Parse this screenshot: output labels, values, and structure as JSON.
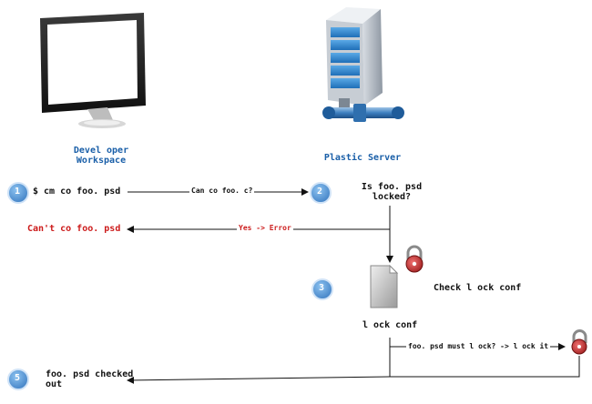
{
  "nodes": {
    "workspace_label_line1": "Devel oper",
    "workspace_label_line2": "Workspace",
    "server_label": "Plastic Server",
    "lock_conf_label": "l ock conf"
  },
  "steps": [
    {
      "number": "1",
      "text": "$ cm co foo. psd"
    },
    {
      "number": "2",
      "text_line1": "Is foo. psd",
      "text_line2": "locked?"
    },
    {
      "number": "3",
      "text": "Check l ock conf"
    },
    {
      "number": "5",
      "text_line1": "foo. psd checked",
      "text_line2": "out"
    }
  ],
  "messages": {
    "request": "Can co foo. c?",
    "reply": "Yes -> Error",
    "error_result": "Can't co foo. psd",
    "lock_check": "foo. psd must l ock? -> l ock it"
  },
  "colors": {
    "step_circle": "#4a8fd0",
    "server_label": "#1a5fa8",
    "error_text": "#cc1b1b",
    "lock_body": "#c83a3a"
  }
}
